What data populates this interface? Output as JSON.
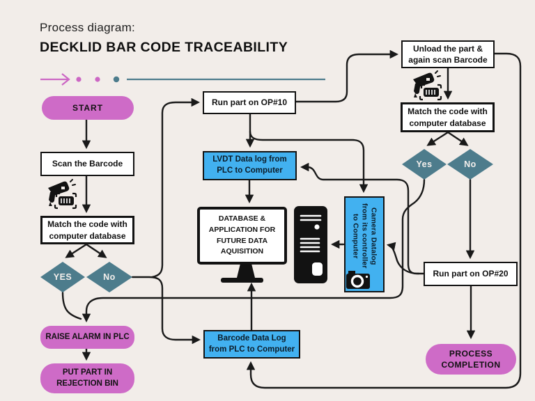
{
  "header": {
    "subtitle": "Process diagram:",
    "title": "DECKLID BAR CODE TRACEABILITY"
  },
  "colors": {
    "background": "#F2EDE9",
    "pink_accent": "#CE6BC7",
    "teal_accent": "#4D7C8C",
    "azure_box": "#42B1F0",
    "line": "#191919",
    "box_background": "#FFFFFF"
  },
  "decoration": {
    "arrow": "pink-flow-arrow",
    "dots": [
      "pink-dot",
      "pink-dot",
      "teal-dot"
    ],
    "rule": "teal-horizontal-rule"
  },
  "icons": {
    "scanner_left": "barcode-scanner",
    "scanner_right": "barcode-scanner",
    "monitor": "desktop-monitor",
    "tower": "computer-tower",
    "camera": "camera"
  },
  "nodes": {
    "start": {
      "label": "START"
    },
    "scan": {
      "label": "Scan the Barcode"
    },
    "match_left": {
      "label": "Match the code with computer database"
    },
    "yes_left": {
      "label": "YES"
    },
    "no_left": {
      "label": "No"
    },
    "raise_alarm": {
      "label": "RAISE ALARM IN PLC"
    },
    "put_part": {
      "label": "PUT PART IN REJECTION BIN"
    },
    "op10": {
      "label": "Run part on OP#10"
    },
    "lvdt": {
      "label": "LVDT Data log from PLC to Computer"
    },
    "database": {
      "label": "DATABASE & APPLICATION FOR FUTURE DATA AQUISITION"
    },
    "camera_log": {
      "label": "Camera Datalog from its controller to Computer"
    },
    "barcode_log": {
      "label": "Barcode Data Log from PLC to Computer"
    },
    "unload": {
      "label": "Unload the part & again scan Barcode"
    },
    "match_right": {
      "label": "Match the code with computer database"
    },
    "yes_right": {
      "label": "Yes"
    },
    "no_right": {
      "label": "No"
    },
    "op20": {
      "label": "Run part on OP#20"
    },
    "process_completion": {
      "label": "PROCESS COMPLETION"
    }
  }
}
